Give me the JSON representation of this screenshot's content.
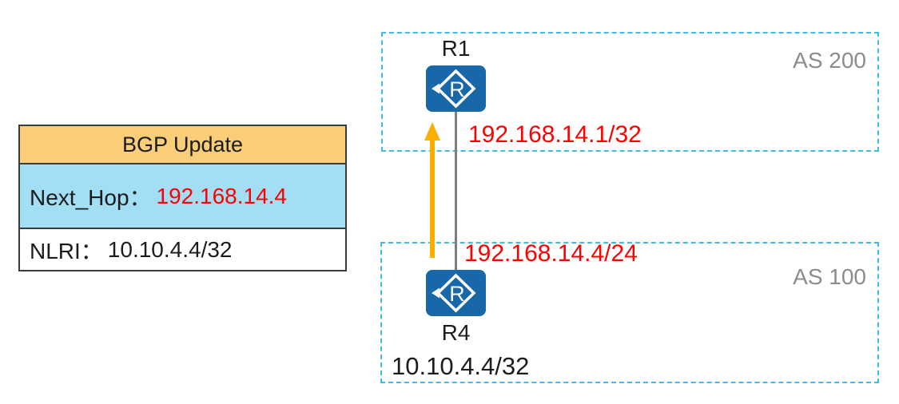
{
  "bgp_table": {
    "header": "BGP Update",
    "next_hop_label": "Next_Hop：",
    "next_hop_value": "192.168.14.4",
    "nlri_label": "NLRI：",
    "nlri_value": "10.10.4.4/32"
  },
  "as_200": {
    "label": "AS 200",
    "router": {
      "name": "R1",
      "icon_letter": "R"
    },
    "interface_ip": "192.168.14.1/32"
  },
  "as_100": {
    "label": "AS 100",
    "router": {
      "name": "R4",
      "icon_letter": "R"
    },
    "interface_ip": "192.168.14.4/24",
    "route_prefix": "10.10.4.4/32"
  },
  "colors": {
    "table_header_bg": "#FACD78",
    "table_next_hop_bg": "#A2DEF4",
    "table_border": "#3b3b3b",
    "highlight_red": "#FF0000",
    "as_boundary_dashed": "#3DBCEE",
    "as_label_gray": "#8C8C8C",
    "router_blue": "#1767A9",
    "arrow_orange": "#FAAF00",
    "link_gray": "#7f7f7f"
  }
}
